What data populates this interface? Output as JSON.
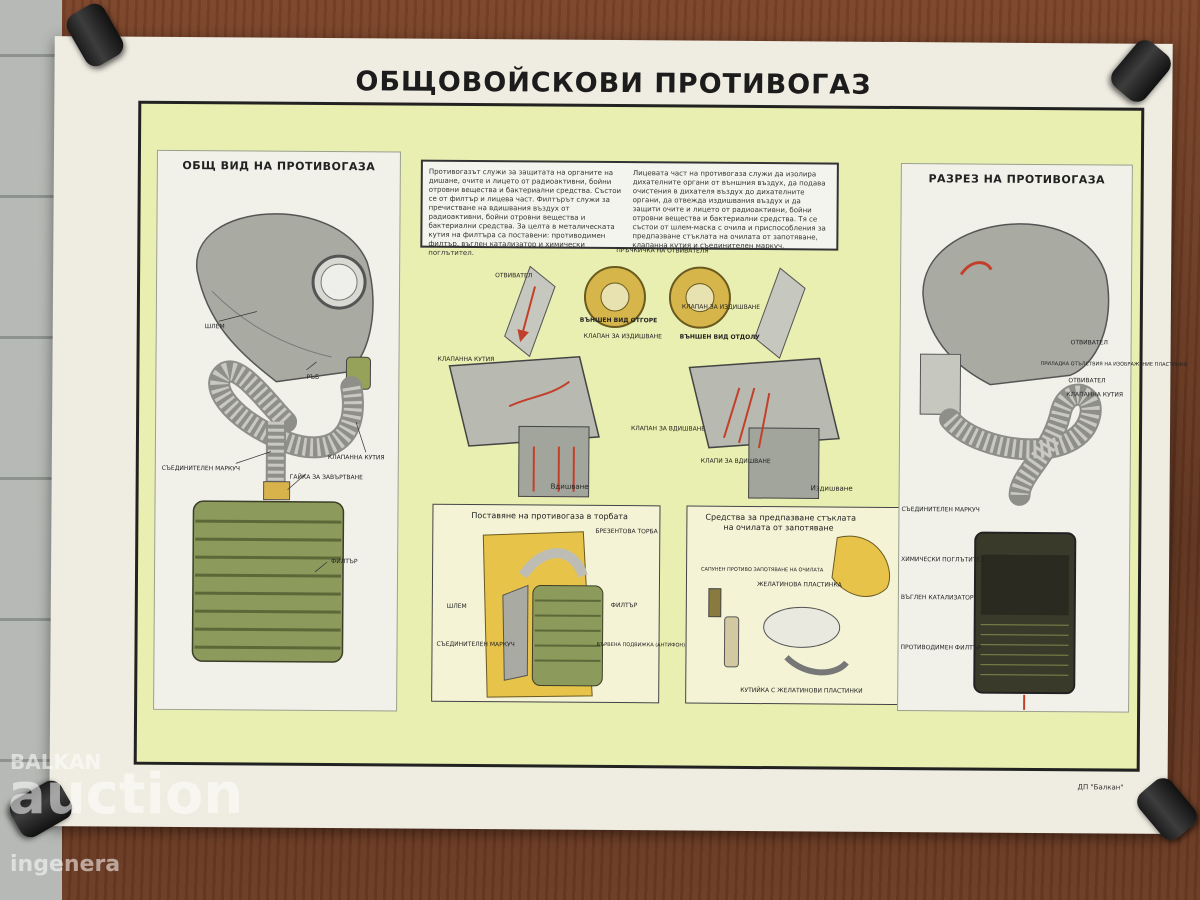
{
  "poster": {
    "title": "ОБЩОВОЙСКОВИ   ПРОТИВОГАЗ",
    "publisher": "ДП \"Балкан\""
  },
  "left_panel": {
    "title": "ОБЩ ВИД НА ПРОТИВОГАЗА",
    "labels": [
      "ШЛЕМ",
      "РЪБ",
      "КЛАПАННА КУТИЯ",
      "СЪЕДИНИТЕЛЕН МАРКУЧ",
      "ГАЙКА ЗА ЗАВЪРТВАНЕ",
      "ФИЛТЪР"
    ]
  },
  "center": {
    "text_left": "Противогазът служи за защитата на органите на дишане, очите и лицето от радиоактивни, бойни отровни вещества и бактериални средства. Състои се от филтър и лицева част. Филтърът служи за пречистване на вдишвания въздух от радиоактивни, бойни отровни вещества и бактериални средства. За целта в металическата кутия на филтъра са поставени: противодимен филтър, въглен катализатор и химически поглътител.",
    "text_right": "Лицевата част на противогаза служи да изолира дихателните органи от външния въздух, да подава очистения в дихателя въздух до дихателните органи, да отвежда издишвания въздух и да защити очите и лицето от радиоактивни, бойни отровни вещества и бактериални средства. Тя се състои от шлем-маска с очила и приспособления за предпазване стъклата на очилата от запотяване, клапанна кутия и съединителен маркуч.",
    "labels": [
      "ОТВИВАТЕЛ",
      "КЛАПАННА КУТИЯ",
      "КЛАПАН ЗА ИЗДИШВАНЕ",
      "ВЪНШЕН ВИД ОТГОРЕ",
      "ВЪНШЕН ВИД ОТДОЛУ",
      "ПРЪЧКИЧКА НА ОТВИВАТЕЛЯ",
      "КЛАПАН ЗА ИЗДИШВАНЕ",
      "КЛАПАН ЗА ВДИШВАНЕ",
      "КЛАПИ ЗА ВДИШВАНЕ",
      "Вдишване",
      "Издишване"
    ]
  },
  "bag_panel": {
    "title": "Поставяне на противогаза в торбата",
    "labels": [
      "БРЕЗЕНТОВА ТОРБА",
      "ШЛЕМ",
      "ФИЛТЪР",
      "СЪЕДИНИТЕЛЕН МАРКУЧ",
      "ВЪРВЕНА ПОДВИЖКА (АНТИФОН)"
    ]
  },
  "means_panel": {
    "title_line1": "Средства за предпазване стъклата",
    "title_line2": "на очилата от запотяване",
    "labels": [
      "САПУНЕН ПРОТИВО ЗАПОТЯВАНЕ НА ОЧИЛАТА",
      "ЖЕЛАТИНОВА ПЛАСТИНКА",
      "КУТИЙКА С ЖЕЛАТИНОВИ ПЛАСТИНКИ"
    ]
  },
  "right_panel": {
    "title": "РАЗРЕЗ НА ПРОТИВОГАЗА",
    "labels": [
      "ОТВИВАТЕЛ",
      "ПРИЛАДКА ОТЪЛСТВИЯ НА ИЗОБРАЖЕНИЕ ПЛАСТИНКИ",
      "ОТВИВАТЕЛ",
      "КЛАПАННА КУТИЯ",
      "СЪЕДИНИТЕЛЕН МАРКУЧ",
      "ХИМИЧЕСКИ ПОГЛЪТИТЕЛ",
      "ВЪГЛЕН КАТАЛИЗАТОР",
      "ПРОТИВОДИМЕН ФИЛТЪР"
    ]
  },
  "watermark": {
    "brand_small": "BALKAN",
    "brand_large": "auction",
    "sub": "ingenera"
  },
  "colors": {
    "poster_bg": "#efece1",
    "frame_fill": "#e9efb0",
    "mask_gray": "#a9aba3",
    "canister_olive": "#8c9a5c",
    "accent_red": "#c2402a"
  }
}
